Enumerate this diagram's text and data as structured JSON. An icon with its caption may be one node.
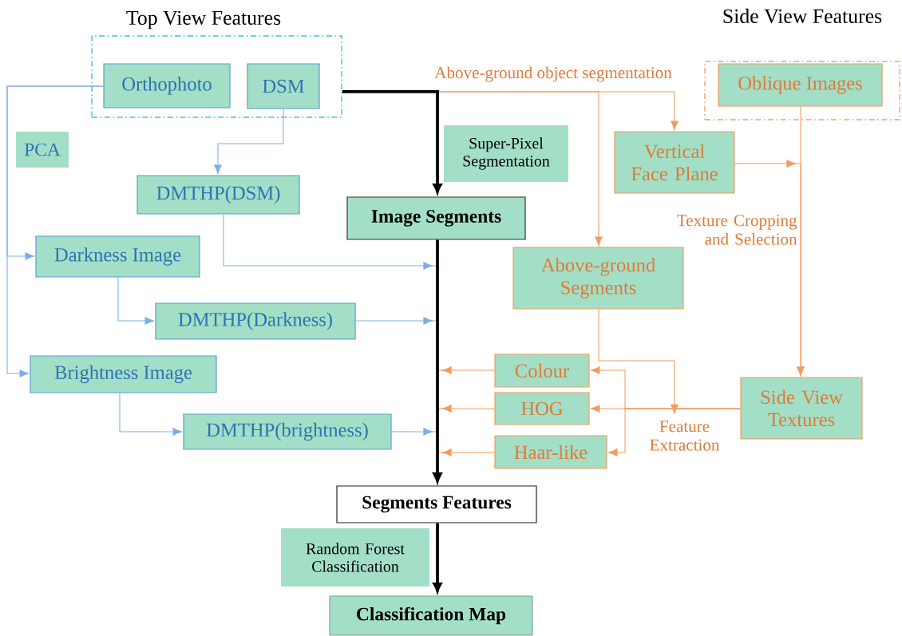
{
  "diagram": {
    "nodes": [
      {
        "text": [
          "Top View Features"
        ]
      },
      {
        "text": [
          "Orthophoto"
        ],
        "in": 0
      },
      {
        "text": [
          "DSM"
        ],
        "in": 0
      },
      {
        "text": [
          "Side View Features"
        ]
      },
      {
        "text": [
          "Oblique Images"
        ],
        "in": 3
      },
      {
        "text": [
          "PCA"
        ]
      },
      {
        "text": [
          "Super-Pixel Segmentation"
        ]
      },
      {
        "text": [
          "Vertical Face Plane"
        ]
      },
      {
        "text": [
          "DMTHP(DSM)"
        ]
      },
      {
        "text": [
          "Image Segments"
        ]
      },
      {
        "text": [
          "Darkness Image"
        ]
      },
      {
        "text": [
          "Above-ground Segments"
        ]
      },
      {
        "text": [
          "DMTHP(Darkness)"
        ]
      },
      {
        "text": [
          "Brightness Image"
        ]
      },
      {
        "text": [
          "Colour"
        ]
      },
      {
        "text": [
          "HOG"
        ]
      },
      {
        "text": [
          "Side View Textures"
        ]
      },
      {
        "text": [
          "Feature Extraction"
        ]
      },
      {
        "text": [
          "DMTHP(brightness)"
        ]
      },
      {
        "text": [
          "Haar-like"
        ]
      },
      {
        "text": [
          "Segments Features"
        ]
      },
      {
        "text": [
          "Random Forest Classification"
        ]
      },
      {
        "text": [
          "Classification Map"
        ]
      }
    ],
    "edges": [
      {
        "from": 0,
        "to": 9,
        "arrow": "to",
        "style": "thick",
        "color": "#000000"
      },
      {
        "from": 0,
        "to": 11,
        "arrow": "to",
        "label": "Above-ground object segmentation"
      },
      {
        "from": 0,
        "to": 7,
        "arrow": "to"
      },
      {
        "from": 2,
        "to": 8,
        "arrow": "to",
        "color": "#7aaee8"
      },
      {
        "from": 1,
        "to": 10,
        "arrow": "to",
        "color": "#7aaee8"
      },
      {
        "from": 1,
        "to": 13,
        "arrow": "to",
        "color": "#7aaee8"
      },
      {
        "from": 10,
        "to": 12,
        "arrow": "to",
        "color": "#7aaee8"
      },
      {
        "from": 13,
        "to": 18,
        "arrow": "to",
        "color": "#7aaee8"
      },
      {
        "from": 9,
        "to": 20,
        "arrow": "to",
        "style": "thick",
        "color": "#000000"
      },
      {
        "from": 8,
        "to": 20,
        "arrow": "to",
        "color": "#7aaee8"
      },
      {
        "from": 12,
        "to": 20,
        "arrow": "to",
        "color": "#7aaee8"
      },
      {
        "from": 18,
        "to": 20,
        "arrow": "to",
        "color": "#7aaee8"
      },
      {
        "from": 14,
        "to": 20,
        "arrow": "to"
      },
      {
        "from": 15,
        "to": 20,
        "arrow": "to"
      },
      {
        "from": 19,
        "to": 20,
        "arrow": "to"
      },
      {
        "from": 4,
        "to": 16,
        "arrow": "to",
        "label": "Texture Cropping and Selection"
      },
      {
        "from": 7,
        "to": 16,
        "arrow": "to"
      },
      {
        "from": 11,
        "to": 17,
        "arrow": "to"
      },
      {
        "from": 16,
        "to": 14,
        "arrow": "to"
      },
      {
        "from": 16,
        "to": 15,
        "arrow": "to"
      },
      {
        "from": 16,
        "to": 19,
        "arrow": "to"
      },
      {
        "from": 20,
        "to": 22,
        "arrow": "to",
        "style": "thick",
        "color": "#000000"
      }
    ]
  }
}
